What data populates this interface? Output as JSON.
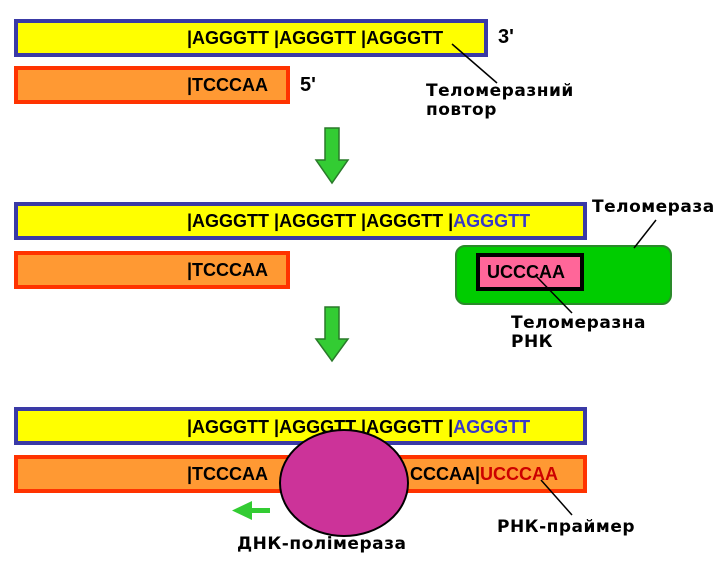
{
  "panel1": {
    "top_seq": "|AGGGTT |AGGGTT |AGGGTT",
    "bottom_seq": "|TCCCAA",
    "label_3prime": "3'",
    "label_5prime": "5'",
    "repeat_label_line1": "Теломеразний",
    "repeat_label_line2": "повтор"
  },
  "panel2": {
    "top_seq": "|AGGGTT |AGGGTT |AGGGTT |",
    "top_seq_new": "AGGGTT",
    "bottom_seq": "|TCCCAA",
    "telomerase_label": "Теломераза",
    "rna_template": "UCCCAA",
    "rna_label_line1": "Теломеразна",
    "rna_label_line2": "РНК"
  },
  "panel3": {
    "top_seq": "|AGGGTT |AGGGTT |AGGGTT |",
    "top_seq_new": "AGGGTT",
    "bottom_seq_left": "|TCCCAA",
    "bottom_seq_right": "CCCAA|",
    "bottom_seq_primer": "UCCCAA",
    "primer_label": "РНК-праймер",
    "polymerase_label": "ДНК-полімераза"
  },
  "colors": {
    "top_strand_fill": "#ffff00",
    "top_strand_border": "#3a3aa6",
    "bottom_strand_fill": "#ff9933",
    "bottom_strand_border": "#ff3300",
    "telomerase": "#00cc00",
    "rna": "#ff6699",
    "polymerase": "#cc3399",
    "arrow": "#33cc33"
  }
}
